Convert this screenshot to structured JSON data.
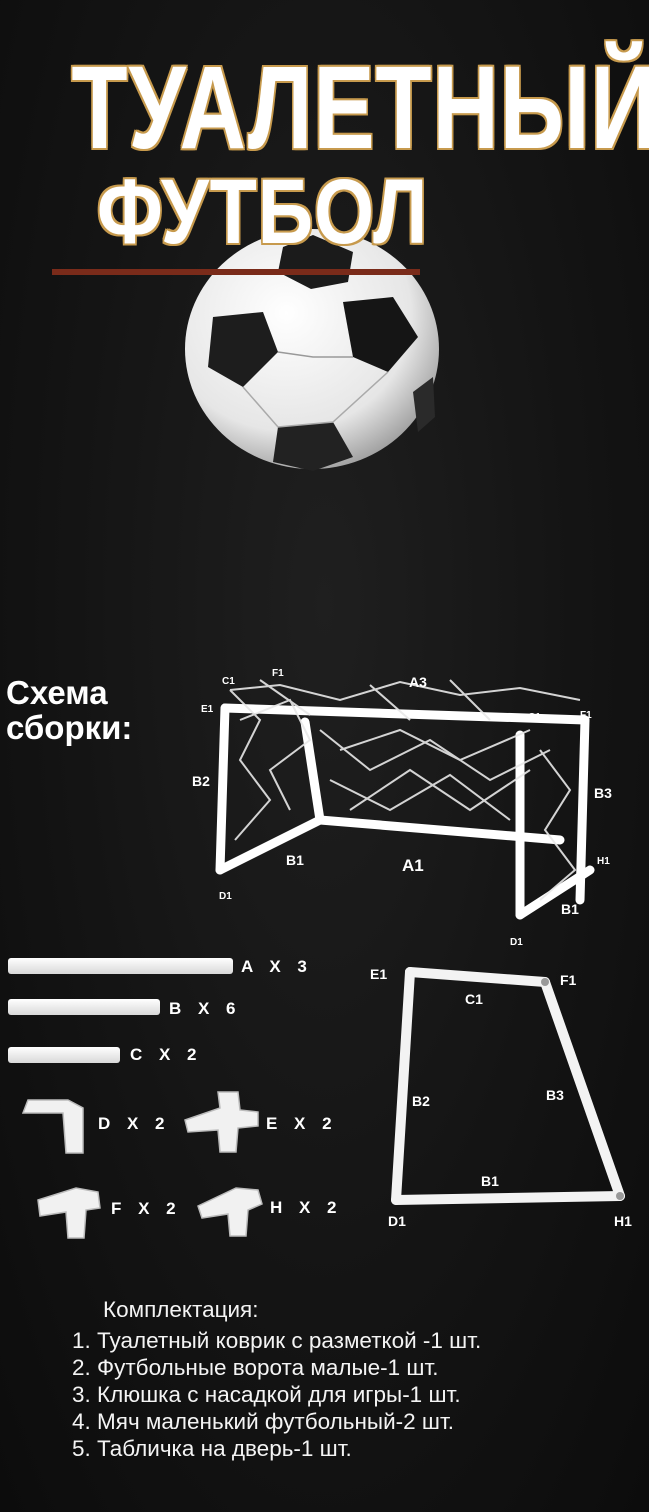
{
  "title": {
    "line1": "ТУАЛЕТНЫЙ",
    "line2": "ФУТБОЛ"
  },
  "scheme": {
    "title_line1": "Схема",
    "title_line2": "сборки:",
    "labels": {
      "c1_top": "C1",
      "f1_top": "F1",
      "a3": "A3",
      "e1_left": "E1",
      "c1_right": "C1",
      "f1_right": "F1",
      "b2": "B2",
      "b3": "B3",
      "b1_mid": "B1",
      "a1": "A1",
      "h1": "H1",
      "d1_left": "D1",
      "b1_right": "B1",
      "d1_bottom": "D1"
    }
  },
  "parts": [
    {
      "label": "A X 3"
    },
    {
      "label": "B X 6"
    },
    {
      "label": "C X 2"
    },
    {
      "label": "D X 2"
    },
    {
      "label": "E X 2"
    },
    {
      "label": "F X 2"
    },
    {
      "label": "H X 2"
    }
  ],
  "frame_labels": {
    "e1": "E1",
    "f1": "F1",
    "c1": "C1",
    "b2": "B2",
    "b3": "B3",
    "b1": "B1",
    "d1": "D1",
    "h1": "H1"
  },
  "kit": {
    "title": "Комплектация:",
    "items": [
      "1. Туалетный коврик с разметкой -1 шт.",
      "2. Футбольные ворота малые-1 шт.",
      "3. Клюшка с насадкой для игры-1 шт.",
      "4. Мяч маленький футбольный-2 шт.",
      "5. Табличка на дверь-1 шт."
    ]
  },
  "colors": {
    "title_outline": "#c79a4d",
    "underline": "#7a2b1a",
    "background": "#141414"
  },
  "icons": [
    "soccer-ball-icon",
    "goal-diagram-icon",
    "frame-diagram-icon",
    "connector-d-icon",
    "connector-e-icon",
    "connector-f-icon",
    "connector-h-icon"
  ]
}
